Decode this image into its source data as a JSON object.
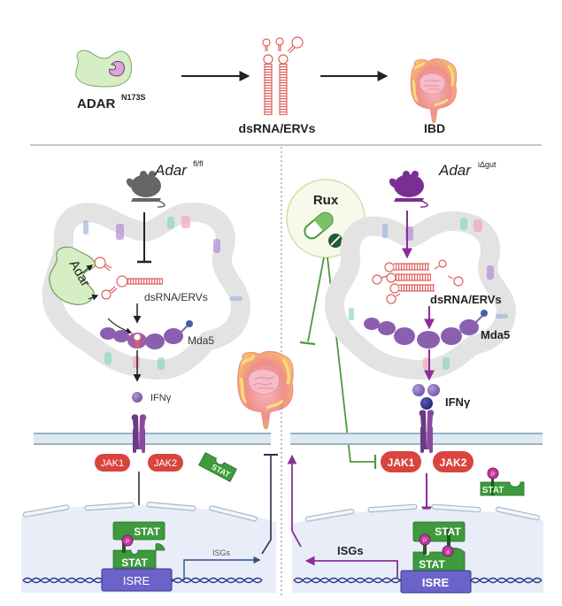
{
  "top_row": {
    "adar_label": "ADAR",
    "adar_variant": "N173S",
    "dsrna_label": "dsRNA/ERVs",
    "ibd_label": "IBD"
  },
  "left_panel": {
    "mouse_genotype": "Adar",
    "mouse_genotype_sup": "fl/fl",
    "adar_protein_label": "Adar",
    "dsrna_label": "dsRNA/ERVs",
    "mda5_label": "Mda5",
    "ifn_label": "IFNγ",
    "jak1_label": "JAK1",
    "jak2_label": "JAK2",
    "stat_free_label": "STAT",
    "stat_top_label": "STAT",
    "stat_bottom_label": "STAT",
    "p_label": "P",
    "isre_label": "ISRE",
    "isgs_label": "ISGs"
  },
  "right_panel": {
    "mouse_genotype": "Adar",
    "mouse_genotype_sup": "iΔgut",
    "drug_label": "Rux",
    "dsrna_label": "dsRNA/ERVs",
    "mda5_label": "Mda5",
    "ifn_label": "IFNγ",
    "jak1_label": "JAK1",
    "jak2_label": "JAK2",
    "stat_free_label": "STAT",
    "stat_top_label": "STAT",
    "stat_bottom_label": "STAT",
    "p_label": "P",
    "p2_label": "d",
    "isre_label": "ISRE",
    "isgs_label": "ISGs"
  },
  "colors": {
    "jak": "#d9443f",
    "stat": "#3d9a3d",
    "isre": "#6b63c9",
    "phospho": "#c23a9a",
    "mda5": "#8a5fb0",
    "receptor": "#6a3a86",
    "wt_mouse": "#666666",
    "ko_mouse": "#7a2e93",
    "membrane": "#cfe0ec",
    "nucleus": "#e8edf8",
    "rux_green": "#4a9a3c",
    "dna": "#2a3a8a",
    "rna": "#e0605a"
  }
}
